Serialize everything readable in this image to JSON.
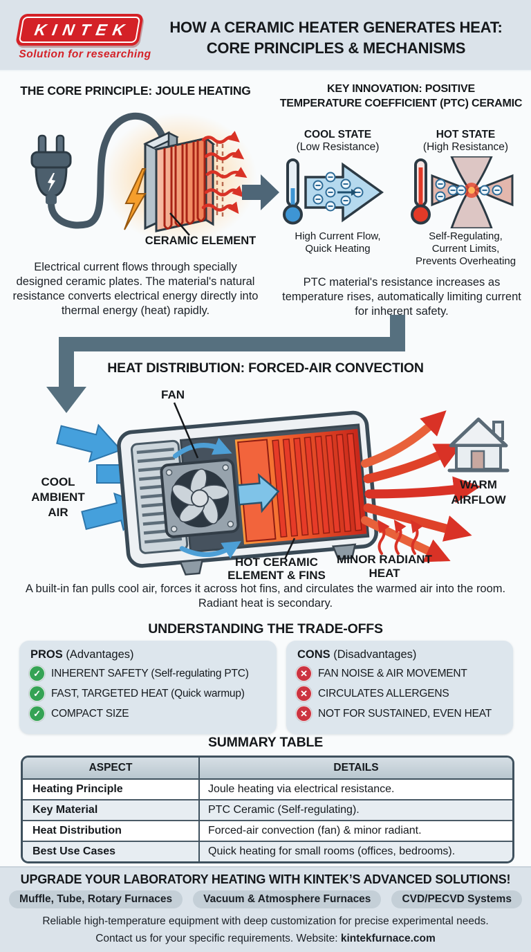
{
  "header": {
    "logo_text": "KINTEK",
    "logo_tagline": "Solution for researching",
    "title_line1": "HOW A CERAMIC HEATER GENERATES HEAT:",
    "title_line2": "CORE PRINCIPLES & MECHANISMS"
  },
  "joule": {
    "heading": "THE CORE PRINCIPLE: JOULE HEATING",
    "element_label": "CERAMIC ELEMENT",
    "description": "Electrical current flows through specially designed ceramic plates. The material's natural resistance converts electrical energy directly into thermal energy (heat) rapidly."
  },
  "ptc": {
    "heading_line1": "KEY INNOVATION: POSITIVE",
    "heading_line2": "TEMPERATURE COEFFICIENT (PTC) CERAMIC",
    "cool_title": "COOL STATE",
    "cool_subtitle": "(Low Resistance)",
    "cool_caption1": "High Current Flow,",
    "cool_caption2": "Quick Heating",
    "hot_title": "HOT STATE",
    "hot_subtitle": "(High Resistance)",
    "hot_caption1": "Self-Regulating,",
    "hot_caption2": "Current Limits,",
    "hot_caption3": "Prevents Overheating",
    "description": "PTC material's resistance increases as temperature rises, automatically limiting current for inherent safety."
  },
  "distribution": {
    "heading": "HEAT DISTRIBUTION: FORCED-AIR CONVECTION",
    "fan_label": "FAN",
    "cool_air_1": "COOL",
    "cool_air_2": "AMBIENT",
    "cool_air_3": "AIR",
    "hot_label_1": "HOT CERAMIC",
    "hot_label_2": "ELEMENT & FINS",
    "radiant_1": "MINOR RADIANT",
    "radiant_2": "HEAT",
    "warm_1": "WARM",
    "warm_2": "AIRFLOW",
    "description": "A built-in fan pulls cool air, forces it across hot fins, and circulates the warmed air into the room. Radiant heat is secondary."
  },
  "tradeoffs": {
    "heading": "UNDERSTANDING THE TRADE-OFFS",
    "pros_title": "PROS",
    "pros_subtitle": "(Advantages)",
    "pros_items": [
      "INHERENT SAFETY (Self-regulating PTC)",
      "FAST, TARGETED HEAT (Quick warmup)",
      "COMPACT SIZE"
    ],
    "cons_title": "CONS",
    "cons_subtitle": "(Disadvantages)",
    "cons_items": [
      "FAN NOISE & AIR MOVEMENT",
      "CIRCULATES ALLERGENS",
      "NOT FOR SUSTAINED, EVEN HEAT"
    ],
    "check_glyph": "✓",
    "cross_glyph": "✕"
  },
  "summary": {
    "heading": "SUMMARY TABLE",
    "col_aspect": "ASPECT",
    "col_details": "DETAILS",
    "rows": [
      {
        "aspect": "Heating Principle",
        "details": "Joule heating via electrical resistance."
      },
      {
        "aspect": "Key Material",
        "details": "PTC Ceramic (Self-regulating)."
      },
      {
        "aspect": "Heat Distribution",
        "details": "Forced-air convection (fan) & minor radiant."
      },
      {
        "aspect": "Best Use Cases",
        "details": "Quick heating for small rooms (offices, bedrooms)."
      }
    ]
  },
  "footer": {
    "heading": "UPGRADE YOUR LABORATORY HEATING WITH KINTEK’S ADVANCED SOLUTIONS!",
    "pills": [
      "Muffle, Tube, Rotary Furnaces",
      "Vacuum & Atmosphere Furnaces",
      "CVD/PECVD Systems"
    ],
    "line1": "Reliable high-temperature equipment with deep customization for precise experimental needs.",
    "line2_prefix": "Contact us for your specific requirements. Website: ",
    "website": "kintekfurnace.com"
  },
  "colors": {
    "logo_red": "#d42127",
    "slate": "#56707f",
    "blue": "#3e95d4",
    "heat_red": "#d93226",
    "green_check": "#35a355",
    "red_cross": "#cc3340",
    "band_bg": "#dbe3ea"
  }
}
